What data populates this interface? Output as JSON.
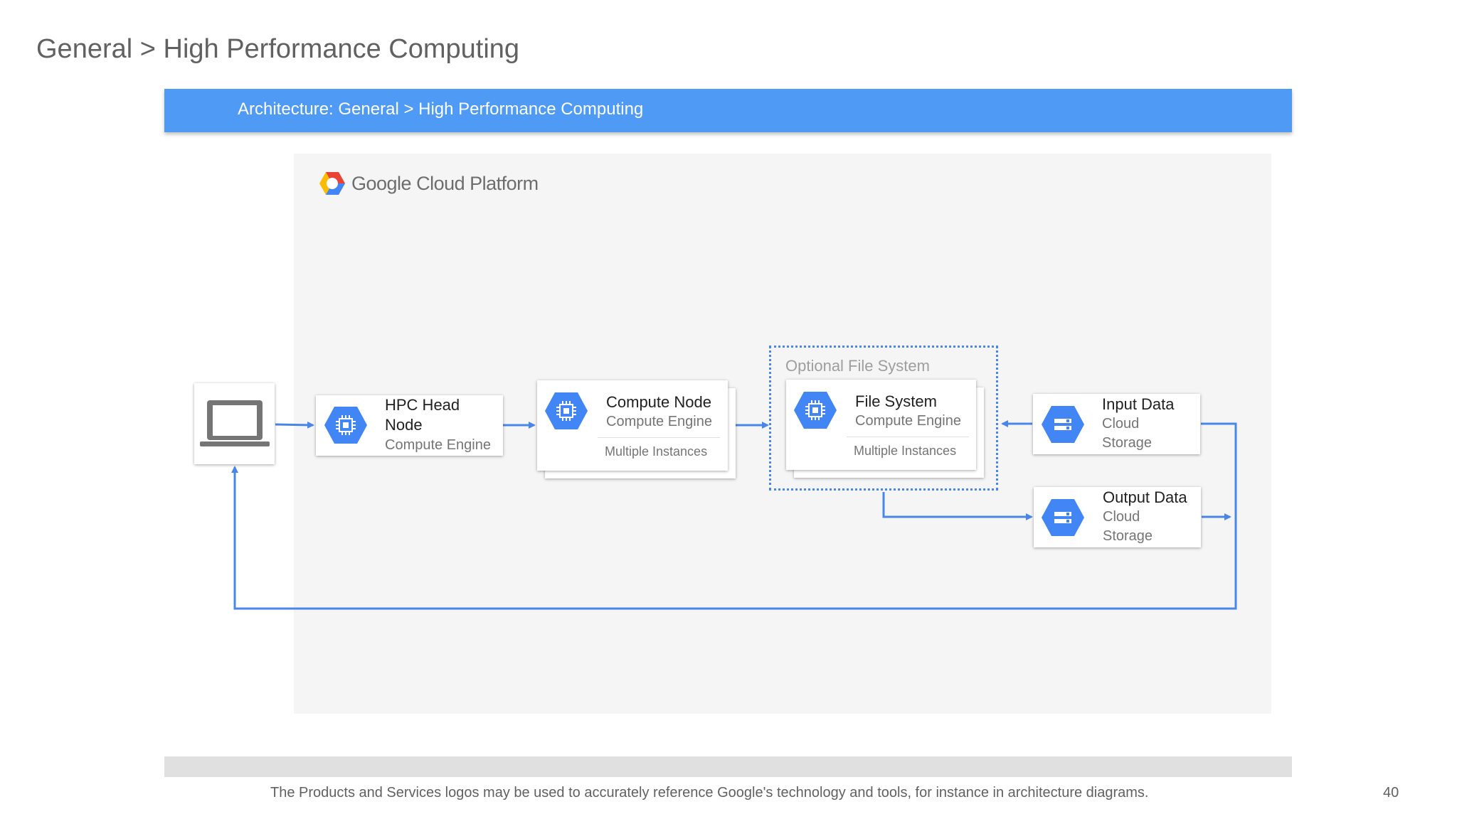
{
  "page": {
    "title": "General > High Performance Computing",
    "banner": "Architecture: General > High Performance Computing",
    "footer_note": "The Products and Services logos may be used to accurately reference Google's technology and tools, for instance in architecture diagrams.",
    "page_number": "40"
  },
  "diagram": {
    "platform_logo": "Google Cloud Platform",
    "client": {
      "icon": "laptop-icon"
    },
    "hpc_head": {
      "title_line1": "HPC Head",
      "title_line2": "Node",
      "service": "Compute Engine",
      "icon": "compute-engine-icon"
    },
    "compute_node": {
      "title": "Compute Node",
      "service": "Compute Engine",
      "note": "Multiple Instances",
      "icon": "compute-engine-icon"
    },
    "optional_group": {
      "label": "Optional File System"
    },
    "file_system": {
      "title": "File System",
      "service": "Compute Engine",
      "note": "Multiple Instances",
      "icon": "compute-engine-icon"
    },
    "input_data": {
      "title": "Input Data",
      "service_line1": "Cloud",
      "service_line2": "Storage",
      "icon": "cloud-storage-icon"
    },
    "output_data": {
      "title": "Output Data",
      "service_line1": "Cloud",
      "service_line2": "Storage",
      "icon": "cloud-storage-icon"
    },
    "colors": {
      "accent": "#4a86e8",
      "banner": "#4e9af5",
      "icon_blue": "#4285f4"
    }
  }
}
